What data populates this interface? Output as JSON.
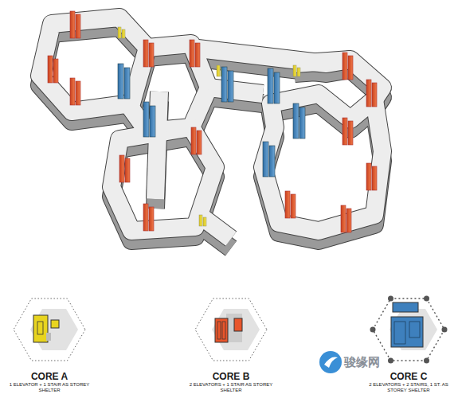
{
  "diagram": {
    "nodes": [
      {
        "text": [
          "CORE A",
          "1 ELEVATOR + 1 STAIR AS STOREY SHELTER"
        ]
      },
      {
        "text": [
          "CORE B",
          "2 ELEVATORS + 1 STAIR AS STOREY SHELTER"
        ]
      },
      {
        "text": [
          "CORE C",
          "2 ELEVATORS + 2 STAIRS, 1 ST. AS STOREY SHELTER"
        ]
      }
    ],
    "labels": [
      "骏缘网"
    ]
  }
}
